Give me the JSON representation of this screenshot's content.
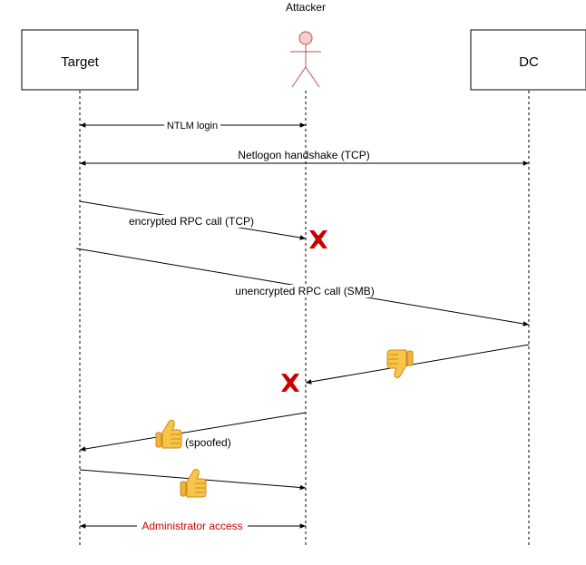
{
  "participants": {
    "target": {
      "label": "Target"
    },
    "attacker": {
      "label": "Attacker"
    },
    "dc": {
      "label": "DC"
    }
  },
  "messages": {
    "ntlm_login": "NTLM login",
    "netlogon_handshake": "Netlogon handshake (TCP)",
    "encrypted_rpc": "encrypted RPC call (TCP)",
    "unencrypted_rpc": "unencrypted RPC call (SMB)",
    "spoofed": "(spoofed)",
    "admin_access": "Administrator access"
  },
  "icons": {
    "blocked": "red-x-icon",
    "thumbs_down": "thumbs-down-icon",
    "thumbs_up": "thumbs-up-icon"
  },
  "colors": {
    "actor": "#b85450",
    "actor_fill": "#f8cecc",
    "blocked": "#cc0000",
    "admin_text": "#cc0000",
    "thumb": "#f7c548"
  }
}
